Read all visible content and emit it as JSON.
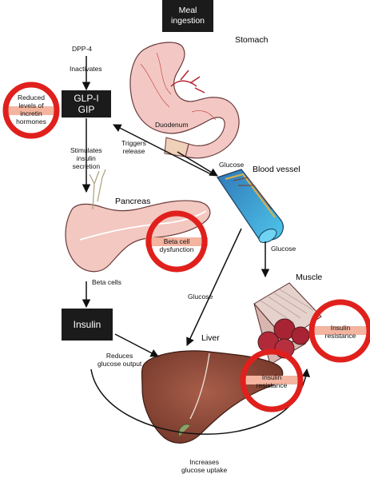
{
  "boxes": {
    "meal": "Meal\ningestion",
    "glp": "GLP-I\nGIP",
    "insulin": "Insulin"
  },
  "organs": {
    "stomach": "Stomach",
    "duodenum": "Duodenum",
    "blood_vessel": "Blood vessel",
    "pancreas": "Pancreas",
    "beta_cells": "Beta cells",
    "muscle": "Muscle",
    "liver": "Liver"
  },
  "arrows": {
    "dpp4": "DPP-4",
    "inactivates": "Inactivates",
    "triggers_release": "Triggers\nrelease",
    "stimulates": "Stimulates\ninsulin\nsecretion",
    "glucose_stomach": "Glucose",
    "glucose_muscle": "Glucose",
    "glucose_liver": "Glucose",
    "reduces_output": "Reduces\nglucose output",
    "increases_uptake": "Increases\nglucose uptake"
  },
  "defects": {
    "incretin": "Reduced\nlevels of\nincretin\nhormones",
    "beta_cell": "Beta cell\ndysfunction",
    "insulin_resistance_muscle": "Insulin\nresistance",
    "insulin_resistance_liver": "Insulin\nresistance"
  },
  "colors": {
    "warning_ring": "#e0201c",
    "ring_band": "#f3b4a0",
    "box_fill": "#1b1b1b",
    "organ_pink": "#f2c4c0",
    "liver_brown": "#8e4a3a",
    "vessel_blue": "#2a9ad0",
    "muscle_red": "#b02a3a"
  }
}
